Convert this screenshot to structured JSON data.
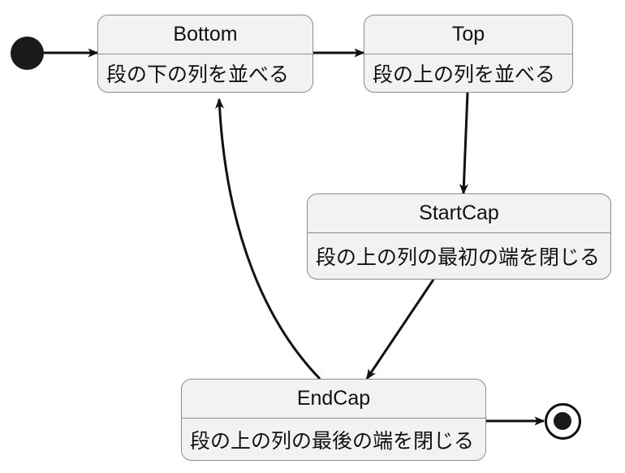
{
  "diagram": {
    "type": "uml-state-machine",
    "title": "",
    "background_color": "#ffffff",
    "node_fill_color": "#f2f2f2",
    "node_border_color": "#8c8c8c",
    "edge_color": "#111111",
    "text_color": "#111111"
  },
  "pseudostates": {
    "initial": {
      "name": "initial-state",
      "label": ""
    },
    "final": {
      "name": "final-state",
      "label": ""
    }
  },
  "states": [
    {
      "id": "bottom",
      "title": "Bottom",
      "activity": "段の下の列を並べる"
    },
    {
      "id": "top",
      "title": "Top",
      "activity": "段の上の列を並べる"
    },
    {
      "id": "startcap",
      "title": "StartCap",
      "activity": "段の上の列の最初の端を閉じる"
    },
    {
      "id": "endcap",
      "title": "EndCap",
      "activity": "段の上の列の最後の端を閉じる"
    }
  ],
  "transitions": [
    {
      "id": "t1",
      "from": "initial",
      "to": "bottom",
      "label": ""
    },
    {
      "id": "t2",
      "from": "bottom",
      "to": "top",
      "label": ""
    },
    {
      "id": "t3",
      "from": "top",
      "to": "startcap",
      "label": ""
    },
    {
      "id": "t4",
      "from": "startcap",
      "to": "endcap",
      "label": ""
    },
    {
      "id": "t5",
      "from": "endcap",
      "to": "bottom",
      "label": ""
    },
    {
      "id": "t6",
      "from": "endcap",
      "to": "final",
      "label": ""
    }
  ]
}
